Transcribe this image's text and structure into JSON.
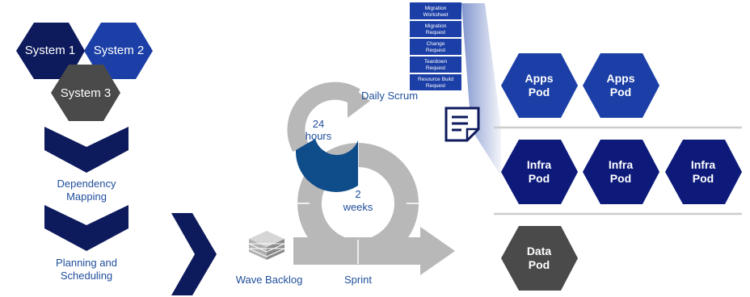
{
  "systems": [
    {
      "label": "System 1",
      "color": "#0d1a5c"
    },
    {
      "label": "System 2",
      "color": "#1b3fa6"
    },
    {
      "label": "System 3",
      "color": "#4a4a4a"
    }
  ],
  "steps": {
    "dependency_mapping": [
      "Dependency",
      "Mapping"
    ],
    "planning_scheduling": [
      "Planning and",
      "Scheduling"
    ]
  },
  "process": {
    "wave_backlog": "Wave Backlog",
    "daily_scrum": "Daily Scrum",
    "sprint": "Sprint",
    "cycle_24": [
      "24",
      "hours"
    ],
    "cycle_2": [
      "2",
      "weeks"
    ]
  },
  "documents": [
    [
      "Migration",
      "Worksheet"
    ],
    [
      "Migration",
      "Request"
    ],
    [
      "Change",
      "Request"
    ],
    [
      "Teardown",
      "Request"
    ],
    [
      "Resource Build",
      "Request"
    ]
  ],
  "pods": {
    "apps": [
      [
        "Apps",
        "Pod"
      ],
      [
        "Apps",
        "Pod"
      ]
    ],
    "infra": [
      [
        "Infra",
        "Pod"
      ],
      [
        "Infra",
        "Pod"
      ],
      [
        "Infra",
        "Pod"
      ]
    ],
    "data": [
      [
        "Data",
        "Pod"
      ]
    ]
  },
  "colors": {
    "navy": "#0d1a5c",
    "royal_blue": "#1b3fa6",
    "dark_gray": "#4a4a4a",
    "light_gray": "#b8b8b8",
    "cycle_blue": "#0f4c8a",
    "text_blue": "#1f4e9c"
  }
}
